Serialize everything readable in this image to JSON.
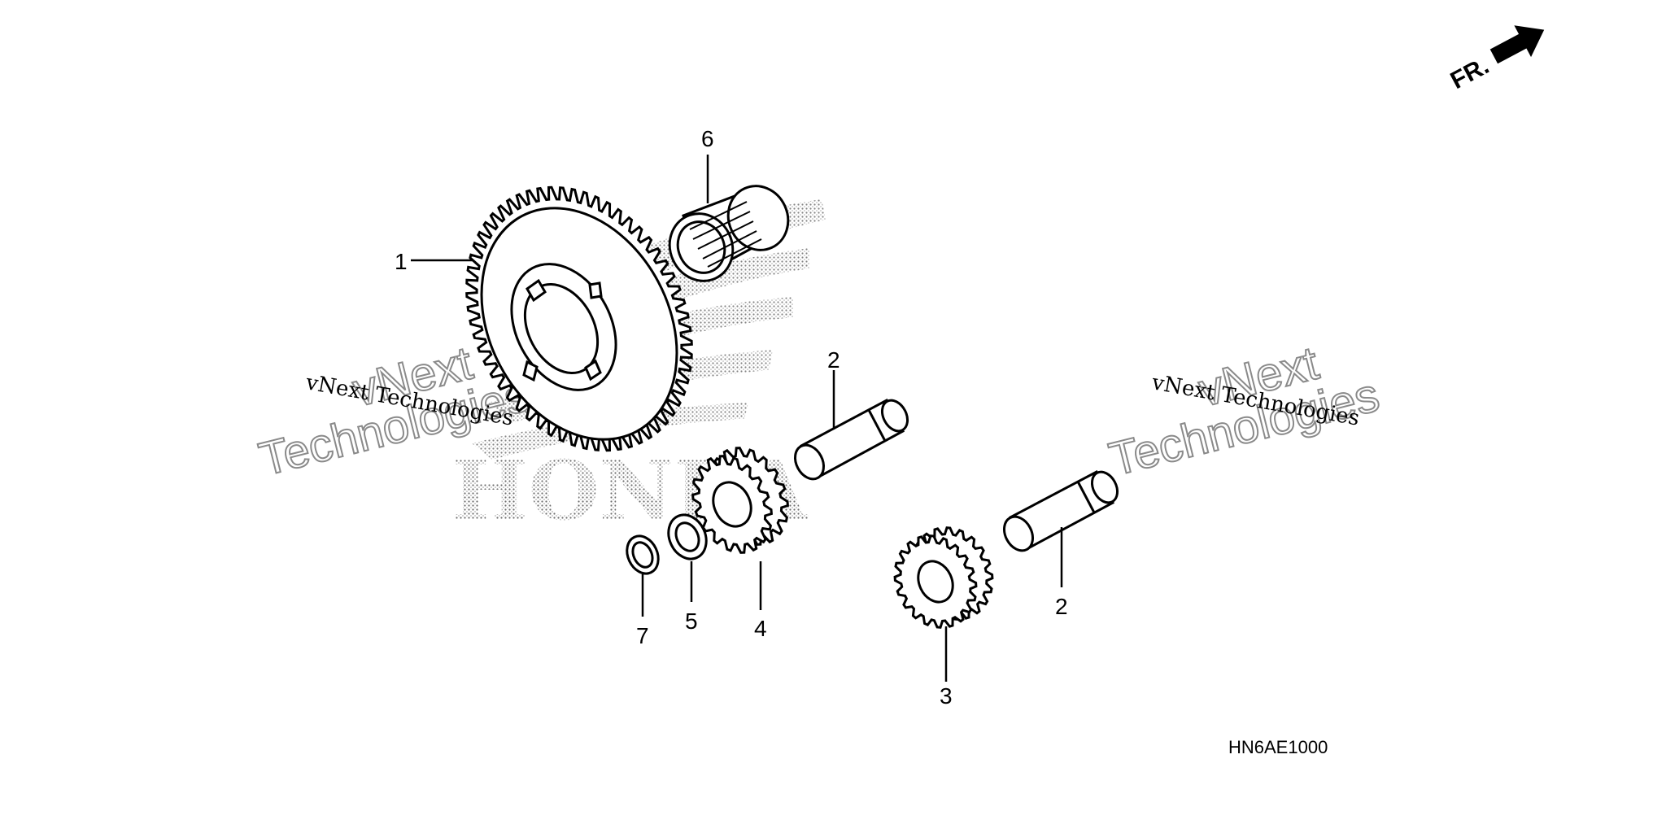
{
  "diagram": {
    "code": "HN6AE1000",
    "direction": "FR.",
    "callouts": [
      "1",
      "2",
      "2",
      "3",
      "4",
      "5",
      "6",
      "7"
    ],
    "watermark": {
      "brand": "HONDA",
      "small": [
        "vNext Technologies",
        "vNext Technologies"
      ],
      "big_line1": [
        "vNext",
        "vNext"
      ],
      "big_line2": [
        "Technologies",
        "Technologies"
      ]
    }
  }
}
